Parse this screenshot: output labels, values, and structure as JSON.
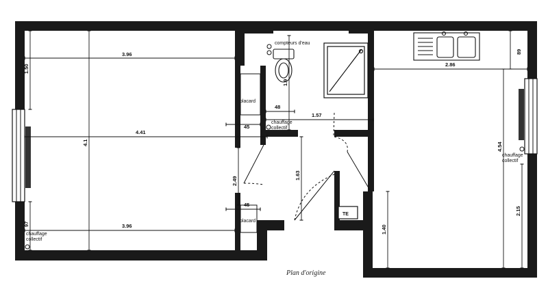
{
  "caption": "Plan d'origine",
  "dimensions": {
    "bedroom_width_top": "3.96",
    "bedroom_width_mid": "4.41",
    "bedroom_width_bottom": "3.96",
    "bedroom_height": "4.1",
    "bedroom_top_offset": "1.50",
    "bedroom_bottom_offset": "97",
    "bath_depth": "1.9",
    "bath_width": "48",
    "closet_top": "45",
    "closet_bottom": "45",
    "hall_width": "1.57",
    "hall_depth": "1.63",
    "bedroom_door_offset": "2.49",
    "kitchen_width": "2.86",
    "living_height": "4.54",
    "kitchen_top_offset": "89",
    "living_lower": "2.15",
    "entry_depth": "1.40"
  },
  "labels": {
    "water_meters": "compteurs d'eau",
    "closet_top": "placard",
    "closet_bottom": "placard",
    "heating_hall_1": "chauffage",
    "heating_hall_2": "collectif",
    "heating_bed_1": "chauffage",
    "heating_bed_2": "collectif",
    "heating_liv_1": "chauffage",
    "heating_liv_2": "collectif",
    "te": "TE"
  },
  "colors": {
    "wall": "#1a1a1a",
    "line": "#111111",
    "paper": "#ffffff"
  }
}
